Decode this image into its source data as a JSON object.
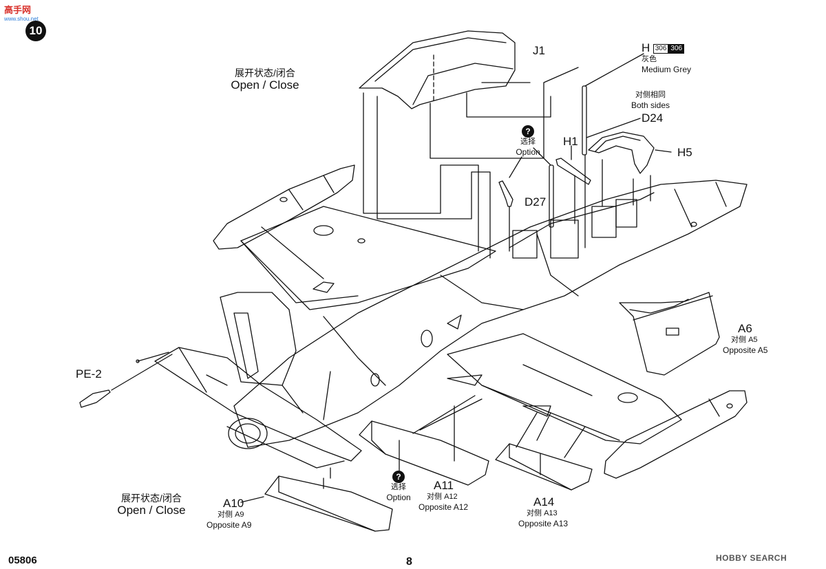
{
  "step": {
    "number": "10"
  },
  "watermark_top": {
    "logo": "高手网",
    "sub": "www.shou.net"
  },
  "open_close_top": {
    "cn": "展开状态/闭合",
    "en": "Open / Close"
  },
  "open_close_bottom": {
    "cn": "展开状态/闭合",
    "en": "Open / Close"
  },
  "parts": {
    "j1": "J1",
    "h": "H",
    "h_paint_1": "306",
    "h_paint_2": "306",
    "h_color_cn": "灰色",
    "h_color_en": "Medium Grey",
    "both_sides_cn": "对侧相同",
    "both_sides_en": "Both sides",
    "d24": "D24",
    "h1": "H1",
    "h5": "H5",
    "d27": "D27",
    "pe2": "PE-2",
    "a6": "A6",
    "a6_opp_cn": "对侧",
    "a6_opp_part": "A5",
    "a6_opp_en": "Opposite A5",
    "a11": "A11",
    "a11_opp_cn": "对侧",
    "a11_opp_part": "A12",
    "a11_opp_en": "Opposite A12",
    "a14": "A14",
    "a14_opp_cn": "对侧",
    "a14_opp_part": "A13",
    "a14_opp_en": "Opposite A13",
    "a10": "A10",
    "a10_opp_cn": "对侧",
    "a10_opp_part": "A9",
    "a10_opp_en": "Opposite A9"
  },
  "option_top": {
    "icon": "?",
    "cn": "选择",
    "en": "Option"
  },
  "option_bottom": {
    "icon": "?",
    "cn": "选择",
    "en": "Option"
  },
  "footer": {
    "code": "05806",
    "page": "8"
  },
  "watermark_bottom": {
    "text": "HOBBY SEARCH"
  }
}
